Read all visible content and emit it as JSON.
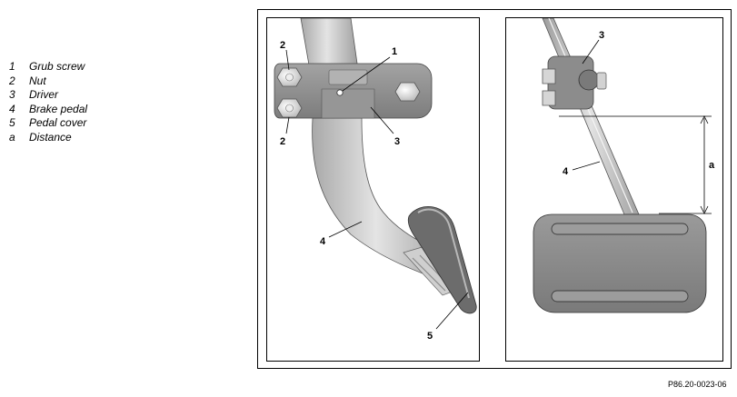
{
  "legend": {
    "items": [
      {
        "key": "1",
        "label": "Grub screw"
      },
      {
        "key": "2",
        "label": "Nut"
      },
      {
        "key": "3",
        "label": "Driver"
      },
      {
        "key": "4",
        "label": "Brake pedal"
      },
      {
        "key": "5",
        "label": "Pedal cover"
      },
      {
        "key": "a",
        "label": "Distance"
      }
    ]
  },
  "left_view": {
    "callouts": {
      "c1": "1",
      "c2a": "2",
      "c2b": "2",
      "c3": "3",
      "c4": "4",
      "c5": "5"
    }
  },
  "right_view": {
    "callouts": {
      "c3": "3",
      "c4": "4",
      "ca": "a"
    }
  },
  "figure_ref": "P86.20-0023-06"
}
